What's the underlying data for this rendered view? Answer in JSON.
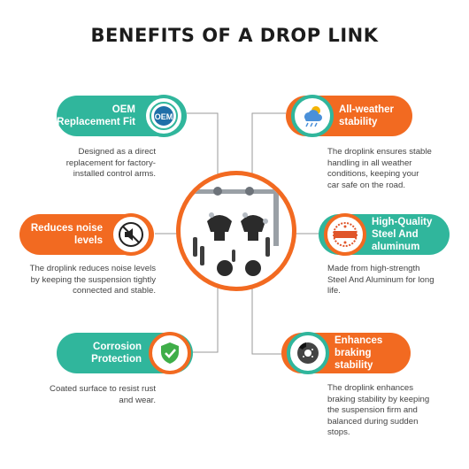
{
  "title": "BENEFITS OF A DROP LINK",
  "features": {
    "oem": {
      "label_line1": "OEM",
      "label_line2": "Replacement Fit",
      "badge_text": "OEM",
      "description": "Designed as a direct replacement for factory-installed control arms."
    },
    "noise": {
      "label_line1": "Reduces noise",
      "label_line2": "levels",
      "description": "The droplink reduces noise levels by keeping the suspension tightly connected and stable."
    },
    "corrosion": {
      "label_line1": "Corrosion",
      "label_line2": "Protection",
      "description": "Coated surface to resist rust and wear."
    },
    "weather": {
      "label_line1": "All-weather",
      "label_line2": "stability",
      "description": "The droplink ensures stable handling in all weather conditions, keeping your car safe on the road."
    },
    "quality": {
      "label_line1": "High-Quality",
      "label_line2": "Steel And",
      "label_line3": "aluminum",
      "description": "Made from high-strength Steel And Aluminum for long life."
    },
    "braking": {
      "label_line1": "Enhances",
      "label_line2": "braking",
      "label_line3": "stability",
      "description": "The droplink enhances braking stability by keeping the suspension firm and balanced during sudden stops."
    }
  },
  "icons": {
    "oem": "oem-seal-icon",
    "noise": "no-sound-icon",
    "corrosion": "shield-check-icon",
    "weather": "weather-cloud-icon",
    "quality": "quality-stamp-icon",
    "braking": "brake-disc-icon"
  },
  "colors": {
    "teal": "#30b69c",
    "orange": "#f26a21",
    "title": "#1c1c1c"
  }
}
